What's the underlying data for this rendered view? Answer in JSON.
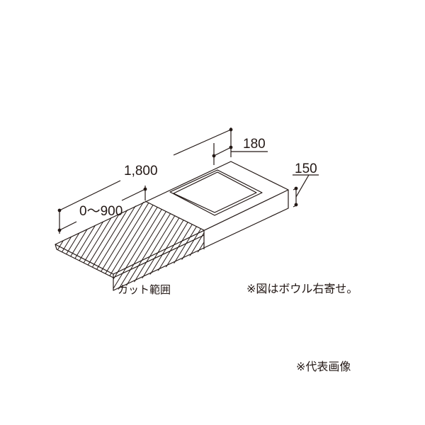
{
  "dimensions": {
    "total_length": "1,800",
    "cut_range_length": "0〜900",
    "bowl_offset": "180",
    "height": "150"
  },
  "labels": {
    "cut_range": "カット範囲",
    "bowl_note": "※図はボウル右寄せ。",
    "representative_note": "※代表画像"
  },
  "colors": {
    "line": "#231815",
    "background": "#ffffff"
  }
}
